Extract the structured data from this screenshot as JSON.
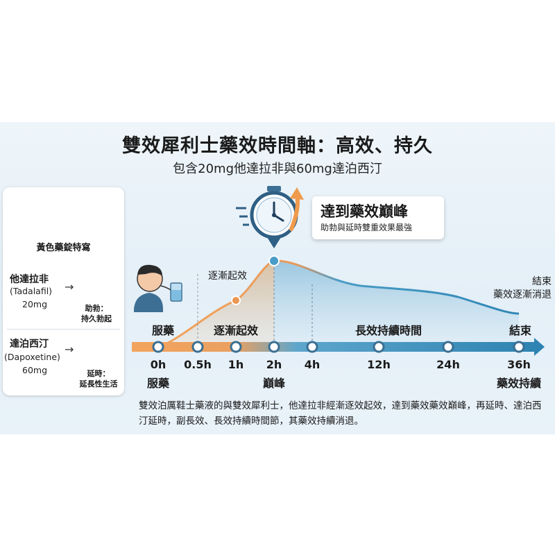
{
  "title": "雙效犀利士藥效時間軸：高效、持久",
  "subtitle": "包含20mg他達拉非與60mg達泊西汀",
  "card": {
    "caption": "黃色藥錠特寫",
    "drug1": {
      "name": "他達拉非",
      "latin": "(Tadalafil)",
      "dose": "20mg",
      "effect_line1": "助勃：",
      "effect_line2": "持久勃起"
    },
    "drug2": {
      "name": "達泊西汀",
      "latin": "(Dapoxetine)",
      "dose": "60mg",
      "effect_line1": "延時：",
      "effect_line2": "延長性生活"
    }
  },
  "callout": {
    "title": "達到藥效巔峰",
    "subtitle": "助勃與延時雙重效果最強"
  },
  "curve_labels": {
    "gradual": "逐漸起效",
    "end_line1": "結束",
    "end_line2": "藥效逐漸消退"
  },
  "phases": {
    "take": "服藥",
    "onset": "逐漸起效",
    "lasting": "長效持續時間",
    "end": "結束"
  },
  "ticks": [
    "0h",
    "0.5h",
    "1h",
    "2h",
    "4h",
    "12h",
    "24h",
    "36h"
  ],
  "tick_subs": {
    "t0": "服藥",
    "t2": "巔峰",
    "t36": "藥效持續"
  },
  "footnote": "雙效泊厲鞋士藥液的與雙效犀利士，他達拉非經漸逐效起效，達到藥效藥效巔峰，再延時、達泊西汀延時，副長效、長效持續時間節，其藥效持續消退。",
  "colors": {
    "accent_orange": "#f0a35a",
    "accent_blue": "#2f86b4",
    "band": "#e6f0f7"
  },
  "icons": [
    "pill-icon",
    "person-drinking-icon",
    "body-icon",
    "clock-icon",
    "stopwatch-icon",
    "up-arrow-icon"
  ]
}
